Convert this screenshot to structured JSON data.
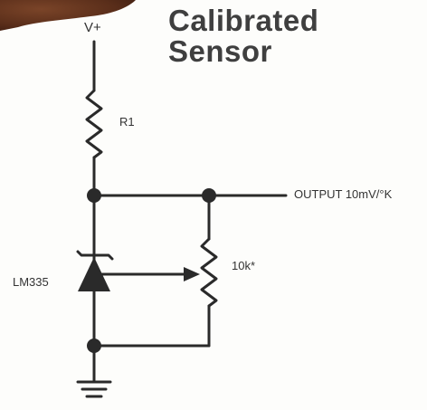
{
  "title": {
    "line1": "Calibrated",
    "line2": "Sensor"
  },
  "labels": {
    "supply": "V+",
    "resistor": "R1",
    "output": "OUTPUT 10mV/°K",
    "sensor": "LM335",
    "potentiometer": "10k*"
  },
  "colors": {
    "wire": "#2a2a2a",
    "text": "#333333",
    "title": "#3f3f3f",
    "corner": "#5a2e1a"
  }
}
